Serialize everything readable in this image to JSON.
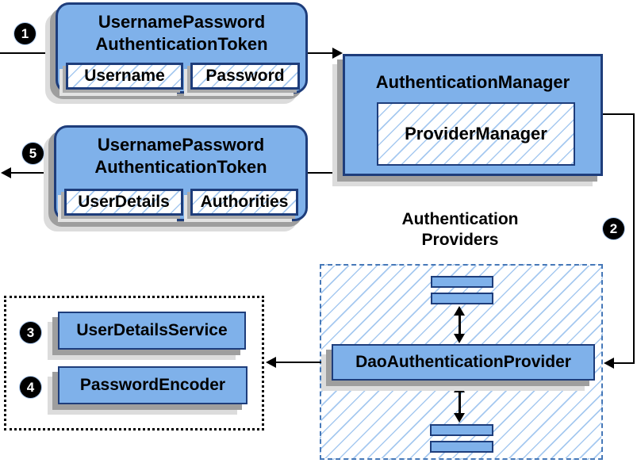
{
  "colors": {
    "node_fill": "#7fb1ea",
    "node_border": "#1e3d7b",
    "hatch_line": "#a6c9f0",
    "container_dash": "#4678b8",
    "shadow_dark": "#9e9e9e",
    "shadow_light": "#dcdcdc",
    "arrow": "#000000",
    "badge_bg": "#000000",
    "badge_text": "#ffffff"
  },
  "badges": {
    "step1": "1",
    "step2": "2",
    "step3": "3",
    "step4": "4",
    "step5": "5"
  },
  "token_in": {
    "title_line1": "UsernamePassword",
    "title_line2": "AuthenticationToken",
    "field_left": "Username",
    "field_right": "Password"
  },
  "auth_manager": {
    "title": "AuthenticationManager",
    "inner_label": "ProviderManager"
  },
  "token_out": {
    "title_line1": "UsernamePassword",
    "title_line2": "AuthenticationToken",
    "field_left": "UserDetails",
    "field_right": "Authorities"
  },
  "providers": {
    "label_line1": "Authentication",
    "label_line2": "Providers",
    "provider_label": "DaoAuthenticationProvider"
  },
  "services": {
    "user_details_service": "UserDetailsService",
    "password_encoder": "PasswordEncoder"
  }
}
